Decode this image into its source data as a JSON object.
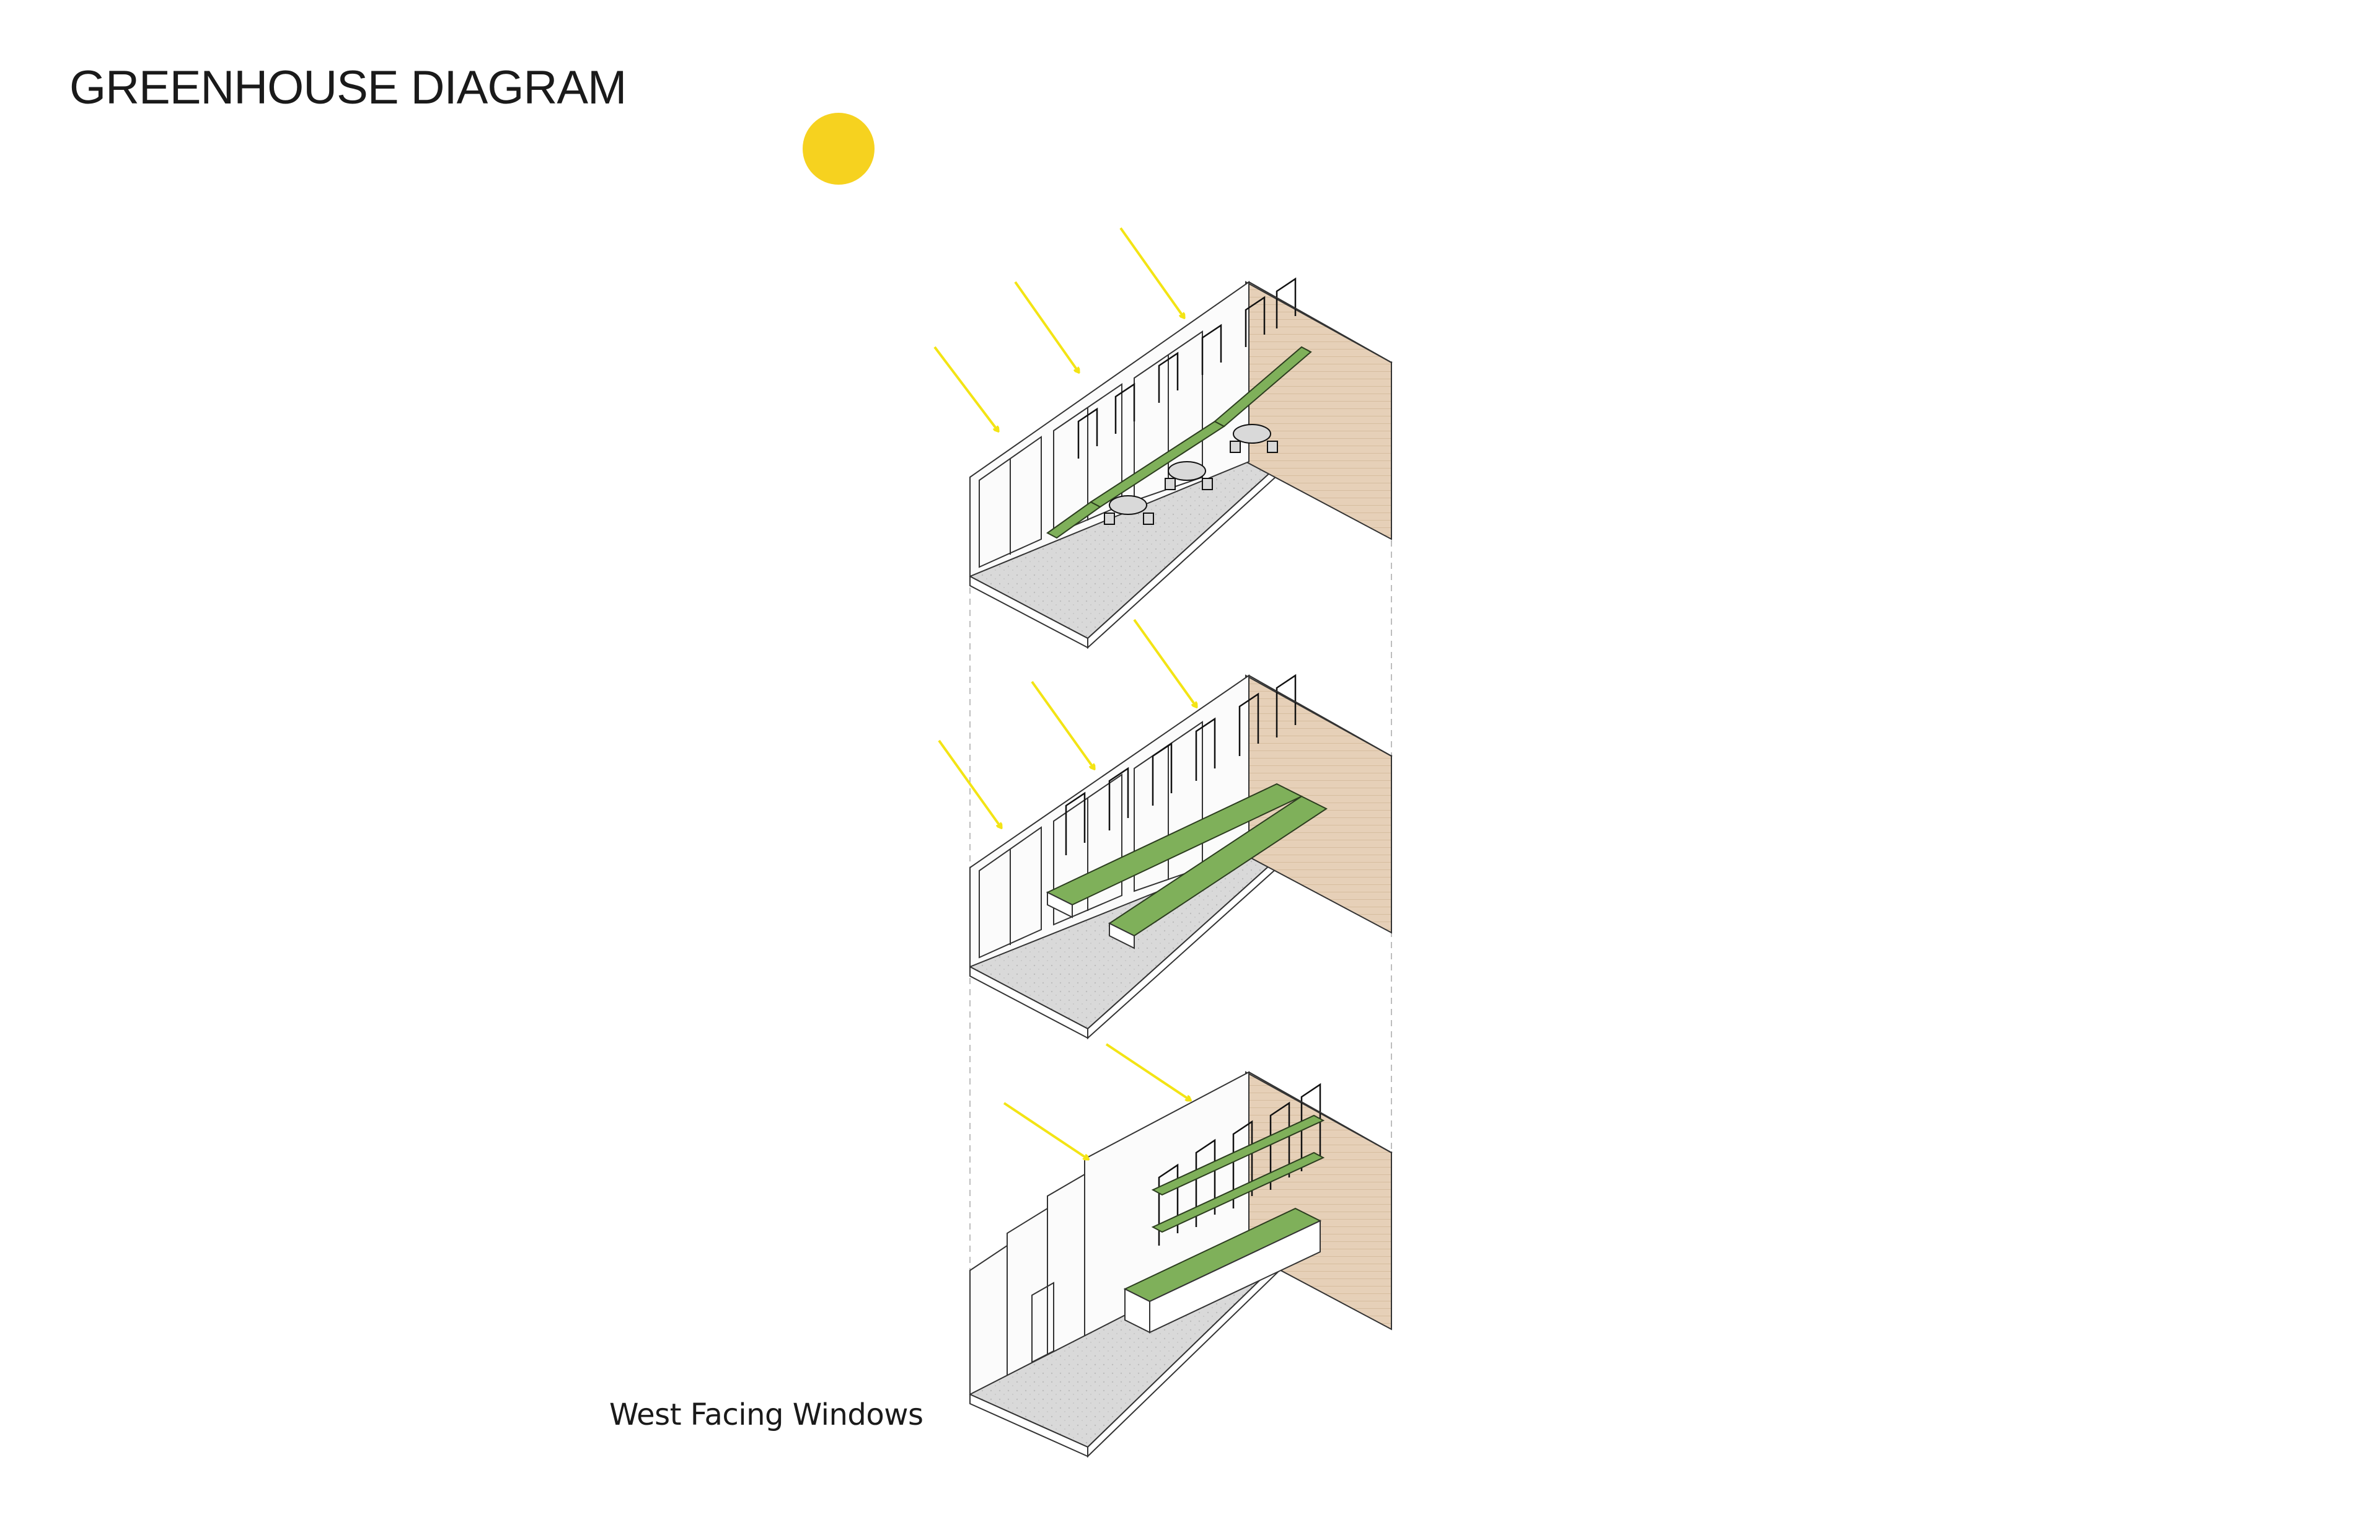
{
  "title": "GREENHOUSE DIAGRAM",
  "caption": "West Facing Windows",
  "colors": {
    "sun": "#f6d21f",
    "arrow": "#f3e414",
    "plant": "#7fb05a",
    "floor": "#dcdcdc",
    "brick": "#e3cdb5",
    "line": "#333333"
  },
  "levels": [
    "upper",
    "middle",
    "lower"
  ]
}
